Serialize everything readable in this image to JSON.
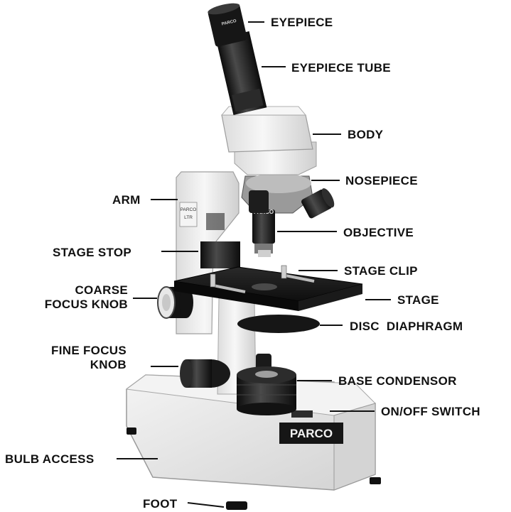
{
  "labels": {
    "eyepiece": "EYEPIECE",
    "eyepiece_tube": "EYEPIECE TUBE",
    "body": "BODY",
    "nosepiece": "NOSEPIECE",
    "arm": "ARM",
    "objective": "OBJECTIVE",
    "stage_stop": "STAGE STOP",
    "stage_clip": "STAGE CLIP",
    "coarse_focus_knob_line1": "COARSE",
    "coarse_focus_knob_line2": "FOCUS KNOB",
    "stage": "STAGE",
    "disc_diaphragm": "DISC  DIAPHRAGM",
    "fine_focus_knob_line1": "FINE FOCUS",
    "fine_focus_knob_line2": "KNOB",
    "base_condensor": "BASE CONDENSOR",
    "on_off_switch": "ON/OFF SWITCH",
    "bulb_access": "BULB ACCESS",
    "foot": "FOOT"
  },
  "microscope_markings": {
    "base_brand": "PARCO",
    "objective_brand": "PARCO",
    "eyepiece_brand": "PARCO",
    "arm_plate_line1": "PARCO",
    "arm_plate_line2": "LTR"
  },
  "colors": {
    "label_text": "#111111",
    "body_white": "#ededed",
    "metal_dark": "#1c1c1c",
    "base_plate": "#e6e6e6"
  }
}
